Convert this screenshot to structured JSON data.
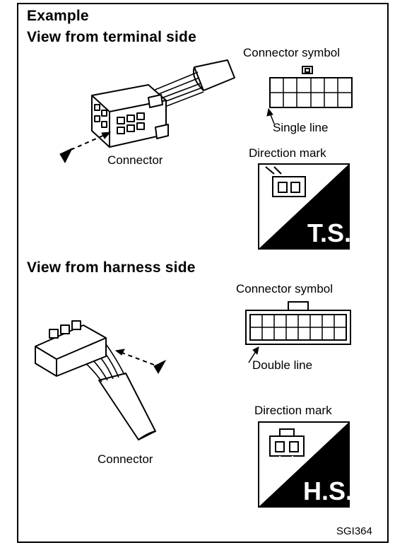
{
  "header": {
    "example": "Example"
  },
  "terminal_side": {
    "heading": "View from terminal side",
    "connector_symbol_label": "Connector symbol",
    "single_line_label": "Single line",
    "connector_label": "Connector",
    "direction_mark_label": "Direction mark",
    "mark_text": "T.S."
  },
  "harness_side": {
    "heading": "View from harness side",
    "connector_symbol_label": "Connector symbol",
    "double_line_label": "Double line",
    "connector_label": "Connector",
    "direction_mark_label": "Direction mark",
    "mark_text": "H.S."
  },
  "figure_code": "SGI364"
}
